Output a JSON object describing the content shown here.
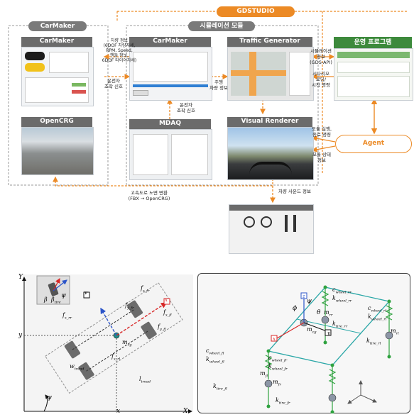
{
  "top": {
    "gdstudio": "GDSTUDIO",
    "carmaker_group": "CarMaker",
    "sim_module_group": "시뮬레이션 모듈",
    "carmaker_box": "CarMaker",
    "opencrg_box": "OpenCRG",
    "carmaker_module": "CarMaker",
    "traffic_generator": "Traffic Generator",
    "mdaq": "MDAQ",
    "visual_renderer": "Visual Renderer",
    "ops_program": "운영 프로그램",
    "agent": "Agent"
  },
  "labels": {
    "vehicle_info": "차량 정보\n(6DOF 차량자세,\nRPM, Speed,\n핸들 정보,\n6DOF 타이어자세)",
    "driver_signal_left": "운전자\n조작 신호",
    "driver_signal_mdaq": "운전자\n조작 신호",
    "driving_vehicle_info": "주행\n차량 정보",
    "sim_info": "시뮬레이션\n정보\n(GDS-API)",
    "scenario": "시나리오\n로딩/\n시작 명령",
    "module_exec": "모듈 실행,\n종료 명령",
    "module_status": "모듈 상태\n정보",
    "vehicle_sound": "차량 사운드 정보",
    "highway_conversion": "고속도로 노면 변환\n(FBX → OpenCRG)"
  },
  "diagram_left": {
    "Y": "Y",
    "X": "X",
    "x": "x",
    "y": "y",
    "psi": "ψ",
    "beta": "β",
    "beta_tire": "β",
    "beta_tire_sub": "tire",
    "f_x_fr": "f",
    "f_x_fr_sub": "x_fr",
    "f_y_fr": "f",
    "f_y_fr_sub": "y_fr",
    "f_x_fl": "f",
    "f_x_fl_sub": "x_fl",
    "f_y_fl": "f",
    "f_y_fl_sub": "y_fl",
    "f_x_rr": "f",
    "f_x_rr_sub": "x_rr",
    "f_x_rl": "f",
    "f_x_rl_sub": "x_rl",
    "m_cg": "m",
    "m_cg_sub": "cg",
    "w_tread": "w",
    "w_tread_sub": "tread",
    "l_tread": "l",
    "l_tread_sub": "tread",
    "v_box": "v",
    "x_box": "x"
  },
  "diagram_right": {
    "z_box": "z",
    "x_box": "x",
    "y_box": "y",
    "phi": "ϕ",
    "theta": "θ",
    "psi": "ψ",
    "m_cg": "m",
    "m_cg_sub": "cg",
    "c_wheel_rr": "c",
    "c_wheel_rr_sub": "wheel_rr",
    "k_wheel_rr": "k",
    "k_wheel_rr_sub": "wheel_rr",
    "c_wheel_rl": "c",
    "c_wheel_rl_sub": "wheel_rl",
    "k_wheel_rl": "k",
    "k_wheel_rl_sub": "wheel_rl",
    "k_tire_rr": "k",
    "k_tire_rr_sub": "tire_rr",
    "k_tire_rl": "k",
    "k_tire_rl_sub": "tire_rl",
    "c_wheel_fr": "c",
    "c_wheel_fr_sub": "wheel_fr",
    "k_wheel_fr": "k",
    "k_wheel_fr_sub": "wheel_fr",
    "c_wheel_fl": "c",
    "c_wheel_fl_sub": "wheel_fl",
    "k_wheel_fl": "k",
    "k_wheel_fl_sub": "wheel_fl",
    "k_tire_fr": "k",
    "k_tire_fr_sub": "tire_fr",
    "k_tire_fl": "k",
    "k_tire_fl_sub": "tire_fl",
    "m_rr": "m",
    "m_rr_sub": "rr",
    "m_rl": "m",
    "m_rl_sub": "rl",
    "m_fr": "m",
    "m_fr_sub": "fr",
    "m_fl": "m",
    "m_fl_sub": "fl"
  },
  "colors": {
    "orange": "#ec8a25",
    "gray_header": "#6b6b6b",
    "green_header": "#3d8a3c",
    "teal_frame": "#2aa7a7",
    "spring_green": "#2fa23f"
  }
}
